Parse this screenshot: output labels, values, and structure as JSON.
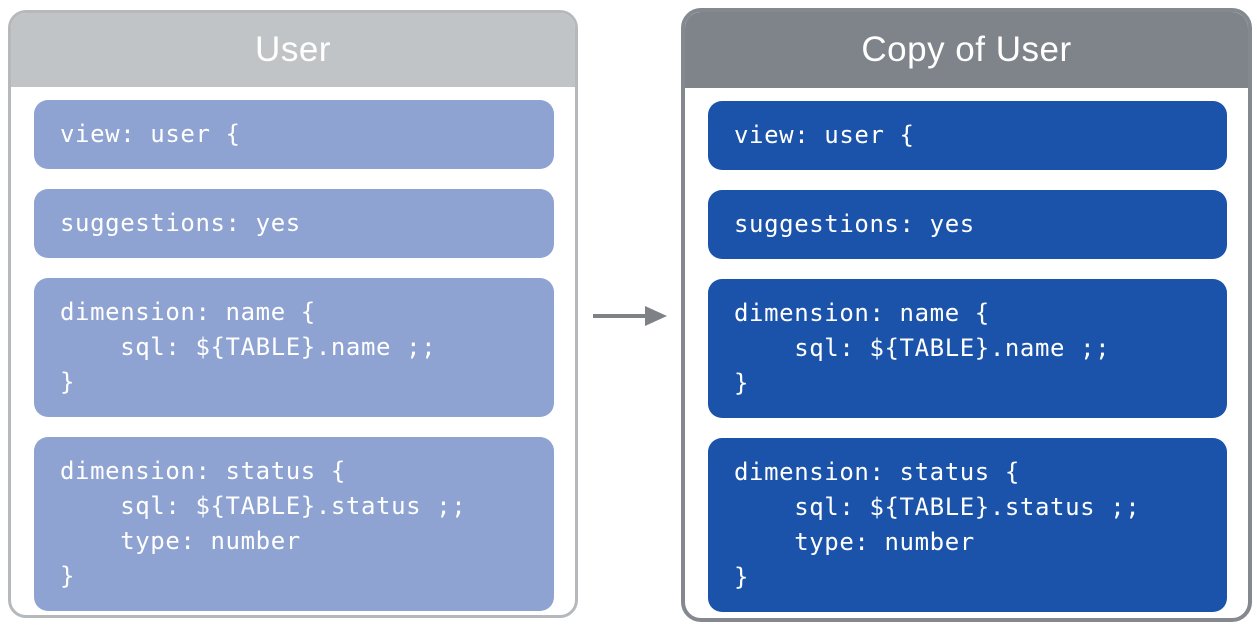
{
  "left_panel": {
    "title": "User",
    "blocks": [
      {
        "code": "view: user {"
      },
      {
        "code": "suggestions: yes"
      },
      {
        "code": "dimension: name {\n    sql: ${TABLE}.name ;;\n}"
      },
      {
        "code": "dimension: status {\n    sql: ${TABLE}.status ;;\n    type: number\n}"
      }
    ]
  },
  "right_panel": {
    "title": "Copy of User",
    "blocks": [
      {
        "code": "view: user {"
      },
      {
        "code": "suggestions: yes"
      },
      {
        "code": "dimension: name {\n    sql: ${TABLE}.name ;;\n}"
      },
      {
        "code": "dimension: status {\n    sql: ${TABLE}.status ;;\n    type: number\n}"
      }
    ]
  },
  "arrow": {
    "direction": "right",
    "meaning": "copy"
  },
  "colors": {
    "left_header_bg": "#c1c4c7",
    "left_border": "#b6b9bc",
    "left_block_bg": "#8ea3d1",
    "right_header_bg": "#7f848b",
    "right_border": "#84888f",
    "right_block_bg": "#1a53a9",
    "arrow": "#7e8286",
    "text": "#ffffff",
    "background": "#ffffff"
  }
}
